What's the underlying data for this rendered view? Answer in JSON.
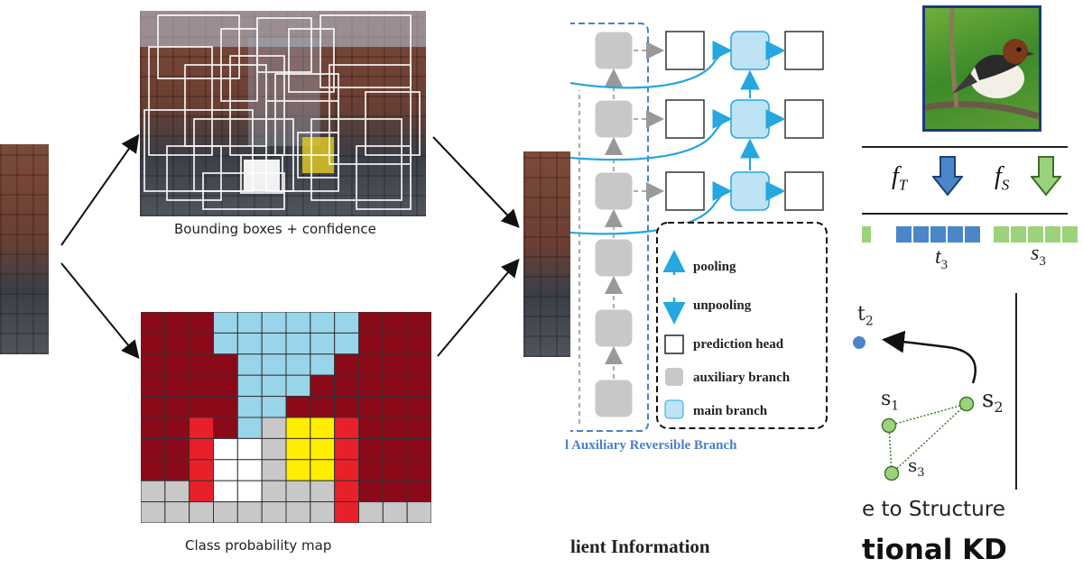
{
  "yolo_panel": {
    "bbox_caption": "Bounding boxes + confidence",
    "class_map_caption": "Class probability map"
  },
  "pgi_panel": {
    "legend": {
      "pooling": "pooling",
      "unpooling": "unpooling",
      "prediction_head": "prediction head",
      "auxiliary_branch": "auxiliary branch",
      "main_branch": "main branch"
    },
    "aux_label": "l Auxiliary Reversible Branch",
    "caption": "lient Information"
  },
  "kd_panel": {
    "f_t": "T",
    "f_s": "S",
    "t3_sub": "3",
    "s3_sub": "3",
    "t2_sub": "2",
    "s1_sub": "1",
    "s2_sub": "2",
    "s3b_sub": "3",
    "structure_caption": "e to Structure",
    "title": "tional KD"
  },
  "colors": {
    "dark_red": "#8b0a1a",
    "light_blue": "#99d5ea",
    "red": "#e8202a",
    "yellow": "#ffee00",
    "gray": "#c8c8c8",
    "teacher_blue": "#4a86c8",
    "student_green": "#9bd37a"
  }
}
